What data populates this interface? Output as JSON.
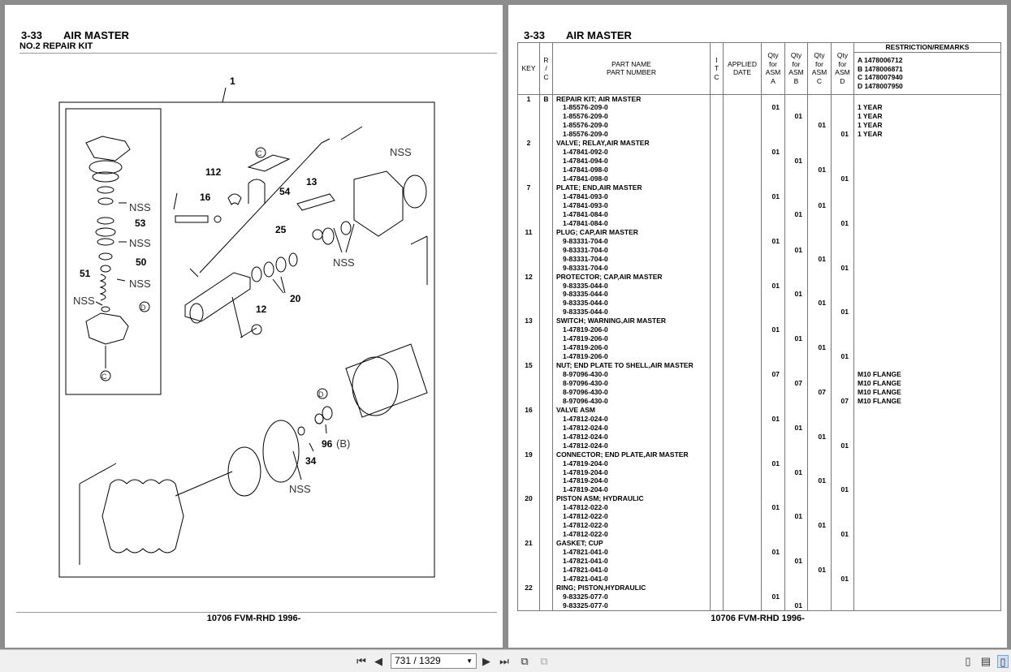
{
  "left_page": {
    "section_number": "3-33",
    "title": "AIR MASTER",
    "subtitle": "NO.2 REPAIR KIT",
    "footer": "10706 FVM-RHD 1996-",
    "callouts": [
      "1",
      "112",
      "16",
      "13",
      "54",
      "53",
      "50",
      "51",
      "25",
      "20",
      "12",
      "96",
      "(B)",
      "34"
    ],
    "nss_label": "NSS",
    "circle_labels": [
      "C",
      "D"
    ]
  },
  "right_page": {
    "section_number": "3-33",
    "title": "AIR MASTER",
    "footer": "10706 FVM-RHD 1996-",
    "columns": {
      "key": "KEY",
      "rc": "R\n/\nC",
      "part": "PART NAME\nPART NUMBER",
      "itc": "I\nT\nC",
      "applied": "APPLIED\nDATE",
      "qty_a": "Qty\nfor\nASM\nA",
      "qty_b": "Qty\nfor\nASM\nB",
      "qty_c": "Qty\nfor\nASM\nC",
      "qty_d": "Qty\nfor\nASM\nD",
      "remarks_title": "RESTRICTION/REMARKS",
      "remarks_sub": "A 1478006712\nB 1478006871\nC 1478007940\nD 1478007950"
    },
    "rows": [
      {
        "key": "1",
        "rc": "B",
        "part": "REPAIR KIT; AIR MASTER",
        "hdr": true
      },
      {
        "part": "1-85576-209-0",
        "a": "01",
        "rem": "1 YEAR"
      },
      {
        "part": "1-85576-209-0",
        "b": "01",
        "rem": "1 YEAR"
      },
      {
        "part": "1-85576-209-0",
        "c": "01",
        "rem": "1 YEAR"
      },
      {
        "part": "1-85576-209-0",
        "d": "01",
        "rem": "1 YEAR"
      },
      {
        "key": "2",
        "part": "VALVE; RELAY,AIR MASTER",
        "hdr": true
      },
      {
        "part": "1-47841-092-0",
        "a": "01"
      },
      {
        "part": "1-47841-094-0",
        "b": "01"
      },
      {
        "part": "1-47841-098-0",
        "c": "01"
      },
      {
        "part": "1-47841-098-0",
        "d": "01"
      },
      {
        "key": "7",
        "part": "PLATE; END,AIR MASTER",
        "hdr": true
      },
      {
        "part": "1-47841-093-0",
        "a": "01"
      },
      {
        "part": "1-47841-093-0",
        "c": "01"
      },
      {
        "part": "1-47841-084-0",
        "b": "01"
      },
      {
        "part": "1-47841-084-0",
        "d": "01"
      },
      {
        "key": "11",
        "part": "PLUG; CAP,AIR MASTER",
        "hdr": true
      },
      {
        "part": "9-83331-704-0",
        "a": "01"
      },
      {
        "part": "9-83331-704-0",
        "b": "01"
      },
      {
        "part": "9-83331-704-0",
        "c": "01"
      },
      {
        "part": "9-83331-704-0",
        "d": "01"
      },
      {
        "key": "12",
        "part": "PROTECTOR; CAP,AIR MASTER",
        "hdr": true
      },
      {
        "part": "9-83335-044-0",
        "a": "01"
      },
      {
        "part": "9-83335-044-0",
        "b": "01"
      },
      {
        "part": "9-83335-044-0",
        "c": "01"
      },
      {
        "part": "9-83335-044-0",
        "d": "01"
      },
      {
        "key": "13",
        "part": "SWITCH; WARNING,AIR MASTER",
        "hdr": true
      },
      {
        "part": "1-47819-206-0",
        "a": "01"
      },
      {
        "part": "1-47819-206-0",
        "b": "01"
      },
      {
        "part": "1-47819-206-0",
        "c": "01"
      },
      {
        "part": "1-47819-206-0",
        "d": "01"
      },
      {
        "key": "15",
        "part": "NUT; END PLATE TO SHELL,AIR MASTER",
        "hdr": true
      },
      {
        "part": "8-97096-430-0",
        "a": "07",
        "rem": "M10 FLANGE"
      },
      {
        "part": "8-97096-430-0",
        "b": "07",
        "rem": "M10 FLANGE"
      },
      {
        "part": "8-97096-430-0",
        "c": "07",
        "rem": "M10 FLANGE"
      },
      {
        "part": "8-97096-430-0",
        "d": "07",
        "rem": "M10 FLANGE"
      },
      {
        "key": "16",
        "part": "VALVE ASM",
        "hdr": true
      },
      {
        "part": "1-47812-024-0",
        "a": "01"
      },
      {
        "part": "1-47812-024-0",
        "b": "01"
      },
      {
        "part": "1-47812-024-0",
        "c": "01"
      },
      {
        "part": "1-47812-024-0",
        "d": "01"
      },
      {
        "key": "19",
        "part": "CONNECTOR; END PLATE,AIR MASTER",
        "hdr": true
      },
      {
        "part": "1-47819-204-0",
        "a": "01"
      },
      {
        "part": "1-47819-204-0",
        "b": "01"
      },
      {
        "part": "1-47819-204-0",
        "c": "01"
      },
      {
        "part": "1-47819-204-0",
        "d": "01"
      },
      {
        "key": "20",
        "part": "PISTON ASM; HYDRAULIC",
        "hdr": true
      },
      {
        "part": "1-47812-022-0",
        "a": "01"
      },
      {
        "part": "1-47812-022-0",
        "b": "01"
      },
      {
        "part": "1-47812-022-0",
        "c": "01"
      },
      {
        "part": "1-47812-022-0",
        "d": "01"
      },
      {
        "key": "21",
        "part": "GASKET; CUP",
        "hdr": true
      },
      {
        "part": "1-47821-041-0",
        "a": "01"
      },
      {
        "part": "1-47821-041-0",
        "b": "01"
      },
      {
        "part": "1-47821-041-0",
        "c": "01"
      },
      {
        "part": "1-47821-041-0",
        "d": "01"
      },
      {
        "key": "22",
        "part": "RING; PISTON,HYDRAULIC",
        "hdr": true
      },
      {
        "part": "9-83325-077-0",
        "a": "01"
      },
      {
        "part": "9-83325-077-0",
        "b": "01"
      }
    ]
  },
  "toolbar": {
    "page_indicator": "731 / 1329",
    "icons": [
      "first-page-icon",
      "prev-page-icon",
      "page-select",
      "next-page-icon",
      "last-page-icon",
      "rotate-icon",
      "fit-icon",
      "single-page-icon",
      "continuous-icon",
      "facing-pages-icon"
    ]
  }
}
